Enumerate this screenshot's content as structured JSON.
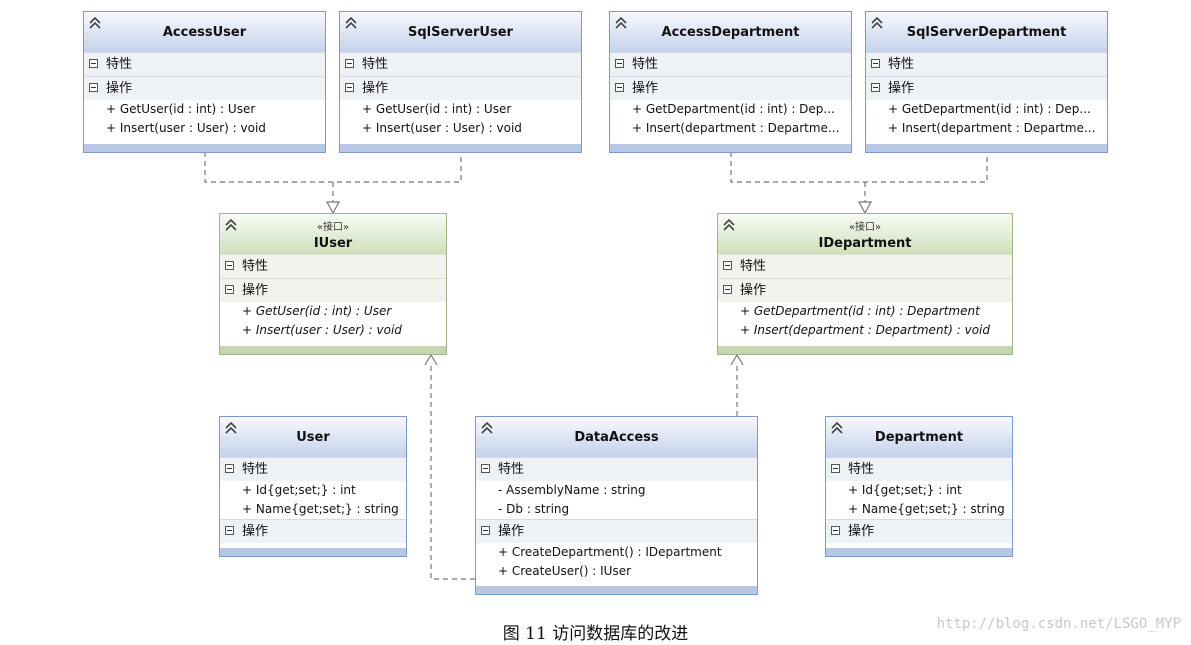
{
  "section_labels": {
    "attributes": "特性",
    "operations": "操作"
  },
  "stereotype_interface": "«接口»",
  "classes": {
    "access_user": {
      "name": "AccessUser",
      "ops": [
        "+ GetUser(id : int) : User",
        "+ Insert(user : User) : void"
      ]
    },
    "sqlserver_user": {
      "name": "SqlServerUser",
      "ops": [
        "+ GetUser(id : int) : User",
        "+ Insert(user : User) : void"
      ]
    },
    "access_department": {
      "name": "AccessDepartment",
      "ops": [
        "+ GetDepartment(id : int) : Dep...",
        "+ Insert(department : Departme..."
      ]
    },
    "sqlserver_department": {
      "name": "SqlServerDepartment",
      "ops": [
        "+ GetDepartment(id : int) : Dep...",
        "+ Insert(department : Departme..."
      ]
    },
    "iuser": {
      "name": "IUser",
      "ops": [
        "+ GetUser(id : int) : User",
        "+ Insert(user : User) : void"
      ]
    },
    "idepartment": {
      "name": "IDepartment",
      "ops": [
        "+ GetDepartment(id : int) : Department",
        "+ Insert(department : Department) : void"
      ]
    },
    "user": {
      "name": "User",
      "attrs": [
        "+ Id{get;set;} : int",
        "+ Name{get;set;} : string"
      ]
    },
    "data_access": {
      "name": "DataAccess",
      "attrs": [
        "- AssemblyName : string",
        "- Db : string"
      ],
      "ops": [
        "+ CreateDepartment() : IDepartment",
        "+ CreateUser() : IUser"
      ]
    },
    "department": {
      "name": "Department",
      "attrs": [
        "+ Id{get;set;} : int",
        "+ Name{get;set;} : string"
      ]
    }
  },
  "caption": "图 11  访问数据库的改进",
  "watermark": "http://blog.csdn.net/LSGO_MYP",
  "colors": {
    "class_border": "#7d9bc9",
    "interface_border": "#9db78a",
    "connector": "#777777"
  }
}
